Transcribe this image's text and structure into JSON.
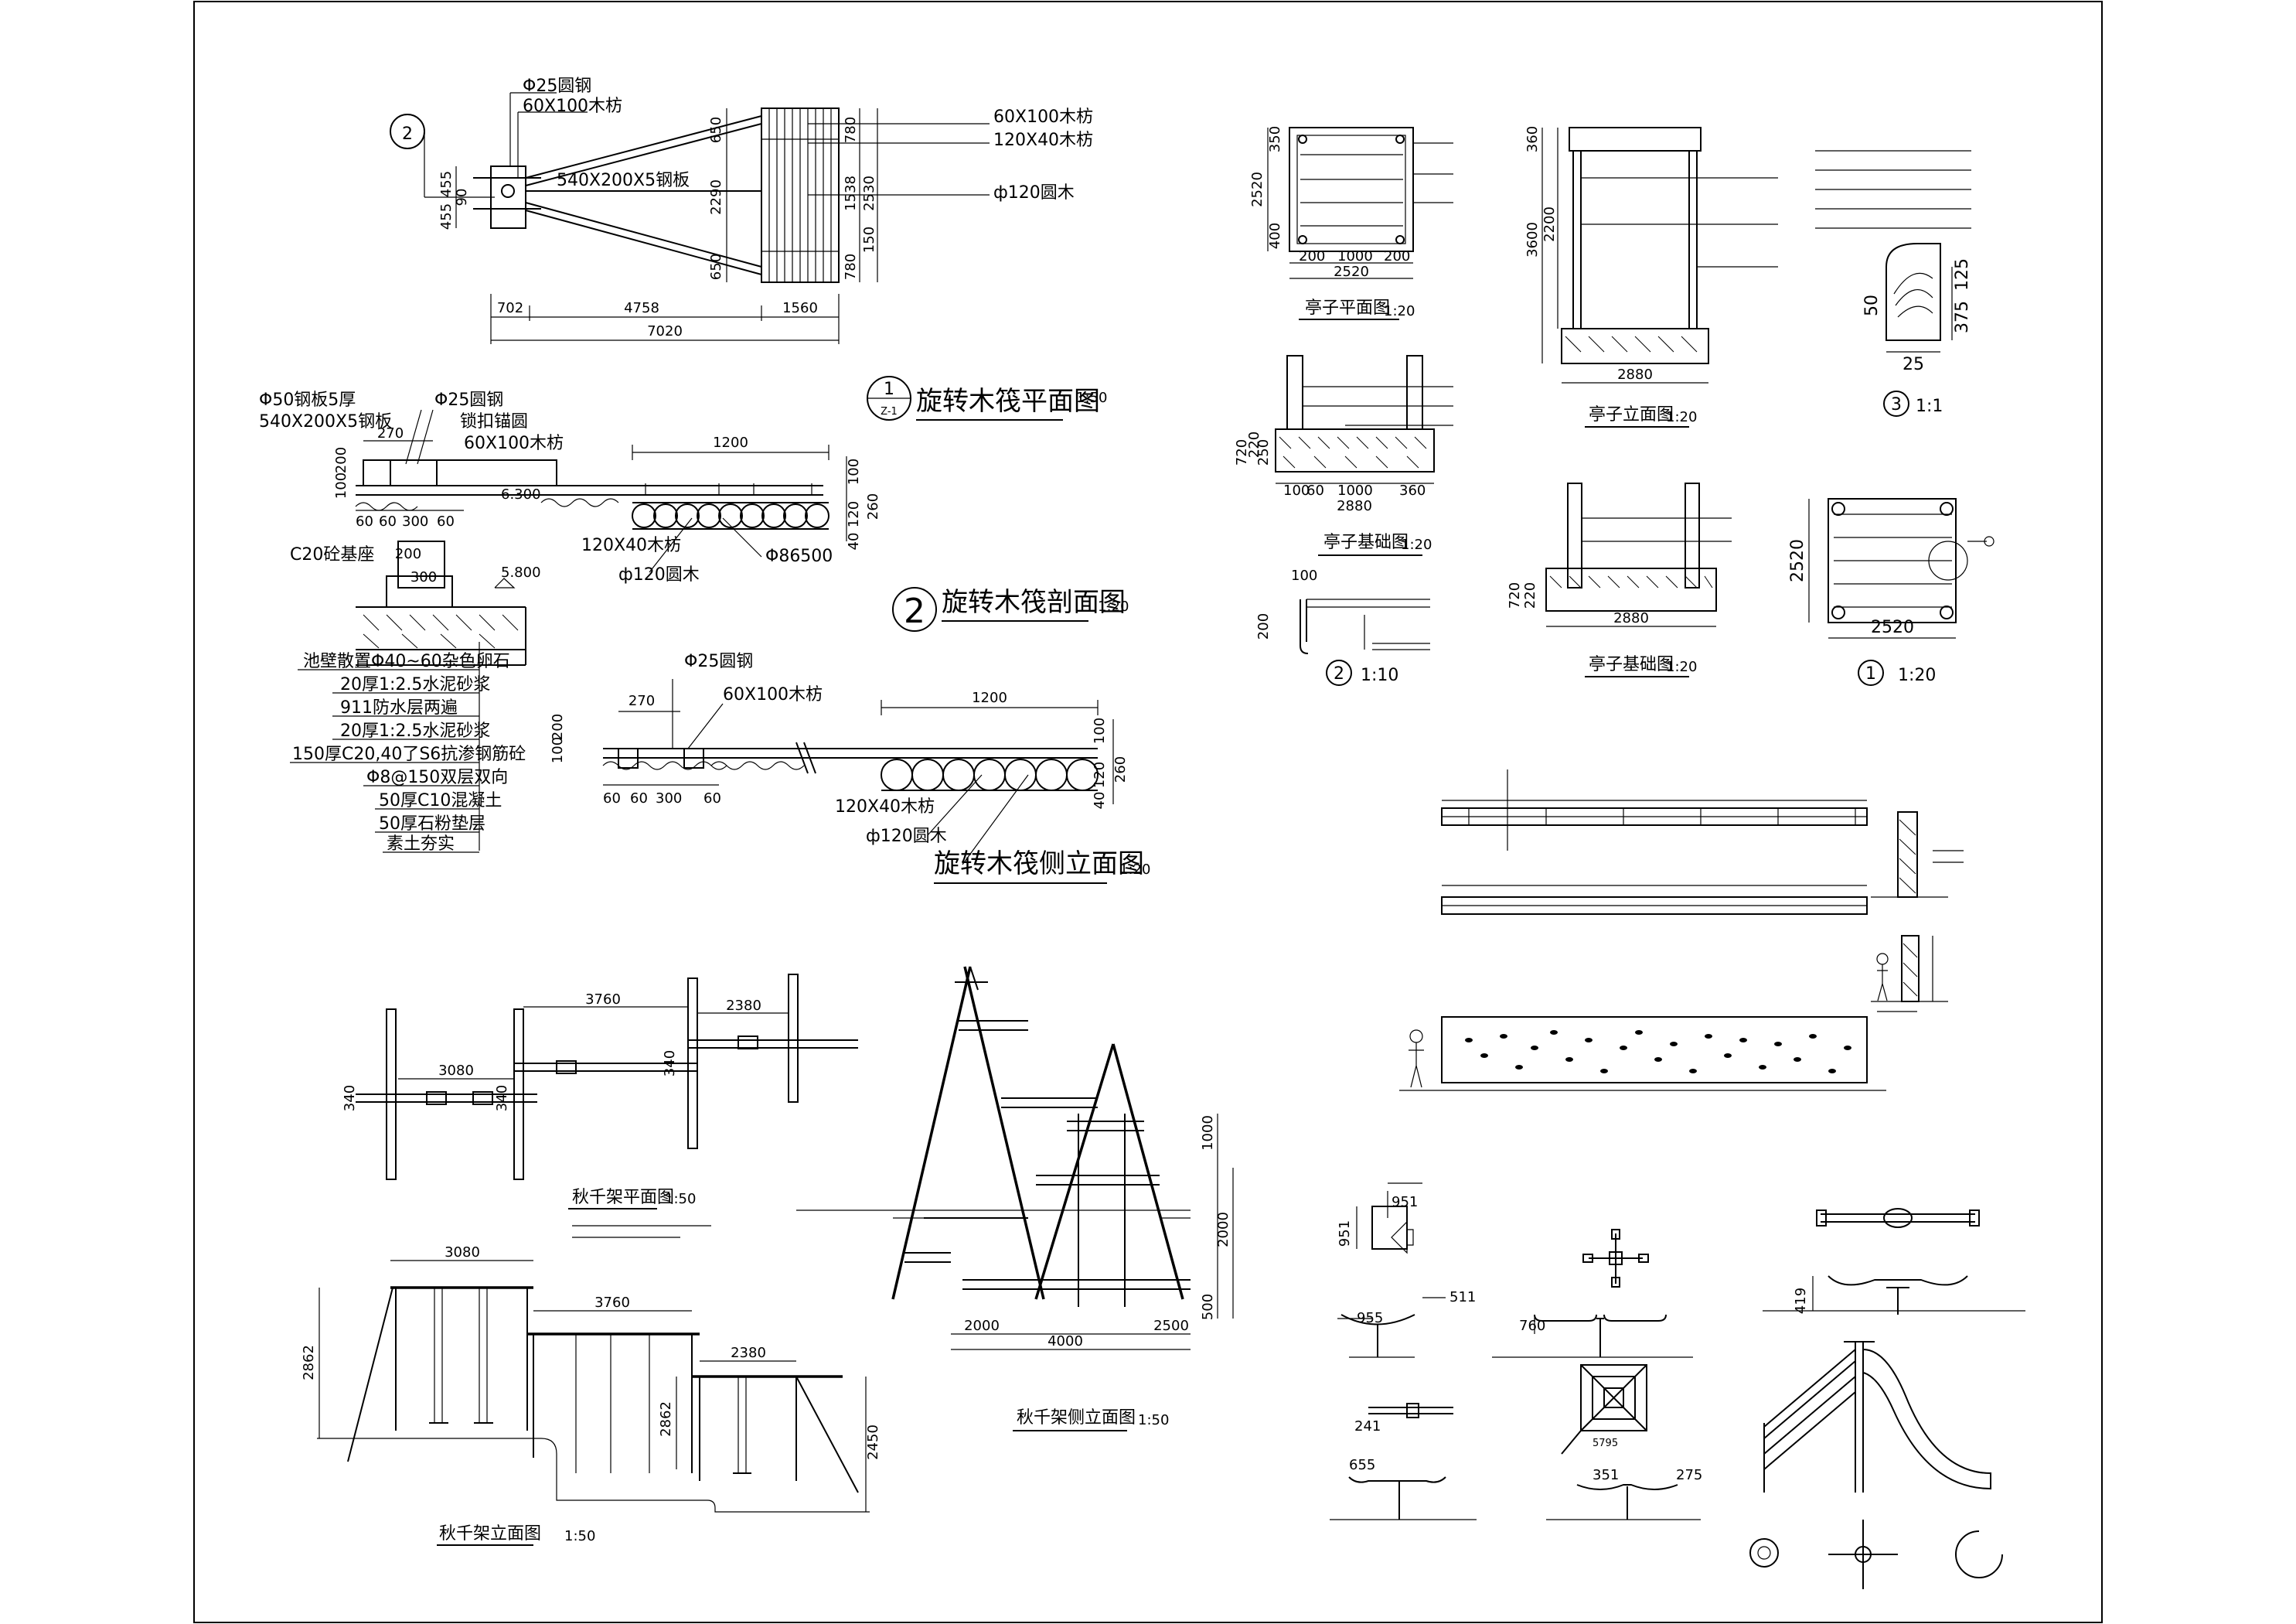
{
  "sheet": {
    "border_color": "#000000",
    "background": "#ffffff"
  },
  "raft_plan": {
    "title": "旋转木筏平面图",
    "scale": "1:50",
    "ref_circle": "2",
    "badge_top": "1",
    "badge_bottom": "Z-1",
    "labels": {
      "rod": "Φ25圆钢",
      "beam_left": "60X100木枋",
      "plate": "540X200X5钢板",
      "beam_right": "60X100木枋",
      "beam_small": "120X40木枋",
      "log": "ф120圆木"
    },
    "dims_h": [
      "702",
      "4758",
      "1560",
      "7020"
    ],
    "dims_v_left": [
      "455",
      "90",
      "455"
    ],
    "dims_v_mid": [
      "650",
      "2290",
      "650"
    ],
    "dims_v_right": [
      "780",
      "1538",
      "2530",
      "150",
      "780"
    ]
  },
  "raft_section": {
    "title": "旋转木筏剖面图",
    "scale": "1:20",
    "ref_circle": "2",
    "labels": {
      "plate5": "Φ50钢板5厚",
      "plate": "540X200X5钢板",
      "rod": "Φ25圆钢",
      "ring": "锁扣锚圆",
      "beam": "60X100木枋",
      "base": "C20砼基座",
      "beam_small": "120X40木枋",
      "log": "ф120圆木",
      "pipe": "Φ86500"
    },
    "levels": [
      "6.300",
      "5.800"
    ],
    "dims": [
      "270",
      "200",
      "100",
      "60",
      "60",
      "300",
      "60",
      "1200",
      "100",
      "120",
      "260",
      "40",
      "200",
      "300"
    ],
    "layers": [
      "池壁散置Φ40~60杂色卵石",
      "20厚1:2.5水泥砂浆",
      "911防水层两遍",
      "20厚1:2.5水泥砂浆",
      "150厚C20,40了S6抗渗钢筋砼",
      "Φ8@150双层双向",
      "50厚C10混凝土",
      "50厚石粉垫层",
      "素土夯实"
    ]
  },
  "raft_side": {
    "title": "旋转木筏侧立面图",
    "scale": "1:20",
    "labels": {
      "rod": "Φ25圆钢",
      "beam": "60X100木枋",
      "beam_small": "120X40木枋",
      "log": "ф120圆木"
    },
    "dims": [
      "270",
      "200",
      "100",
      "60",
      "60",
      "300",
      "60",
      "1200",
      "100",
      "120",
      "260",
      "40"
    ]
  },
  "pavilion": {
    "plan_title": "亭子平面图",
    "plan_scale": "1:20",
    "elev_title": "亭子立面图",
    "elev_scale": "1:20",
    "found_title": "亭子基础图",
    "found_scale": "1:20",
    "found_title2": "亭子基础图",
    "found_scale2": "1:20",
    "detail_2_scale": "1:10",
    "detail_3_scale": "1:1",
    "detail_1_scale": "1:20",
    "detail_2": "2",
    "detail_3": "3",
    "detail_1": "1",
    "dims_plan": [
      "200",
      "1000",
      "200",
      "2520",
      "2520",
      "350",
      "400"
    ],
    "dims_elev": [
      "360",
      "2200",
      "3600",
      "2880"
    ],
    "dims_found": [
      "720",
      "220",
      "250",
      "100",
      "60",
      "1000",
      "360",
      "2880"
    ],
    "dims_found2": [
      "720",
      "220",
      "2880"
    ],
    "dims_detail3": [
      "50",
      "125",
      "375",
      "25"
    ],
    "dims_detail1": [
      "2520",
      "2520"
    ],
    "dims_detail2": [
      "100",
      "200"
    ]
  },
  "climbing_wall": {
    "dims": []
  },
  "swing_frame": {
    "plan_title": "秋千架平面图",
    "plan_scale": "1:50",
    "elev_title": "秋千架立面图",
    "elev_scale": "1:50",
    "side_title": "秋千架侧立面图",
    "side_scale": "1:50",
    "dims_plan": [
      "3080",
      "3760",
      "2380",
      "340",
      "340",
      "340"
    ],
    "dims_elev": [
      "3080",
      "3760",
      "2380",
      "2862",
      "2862",
      "2450"
    ],
    "dims_side": [
      "2000",
      "4000",
      "2500",
      "1000",
      "2000",
      "500"
    ]
  },
  "play_equipment": {
    "dims": [
      "951",
      "951",
      "955",
      "511",
      "760",
      "419",
      "241",
      "655",
      "5795",
      "351",
      "275"
    ]
  }
}
